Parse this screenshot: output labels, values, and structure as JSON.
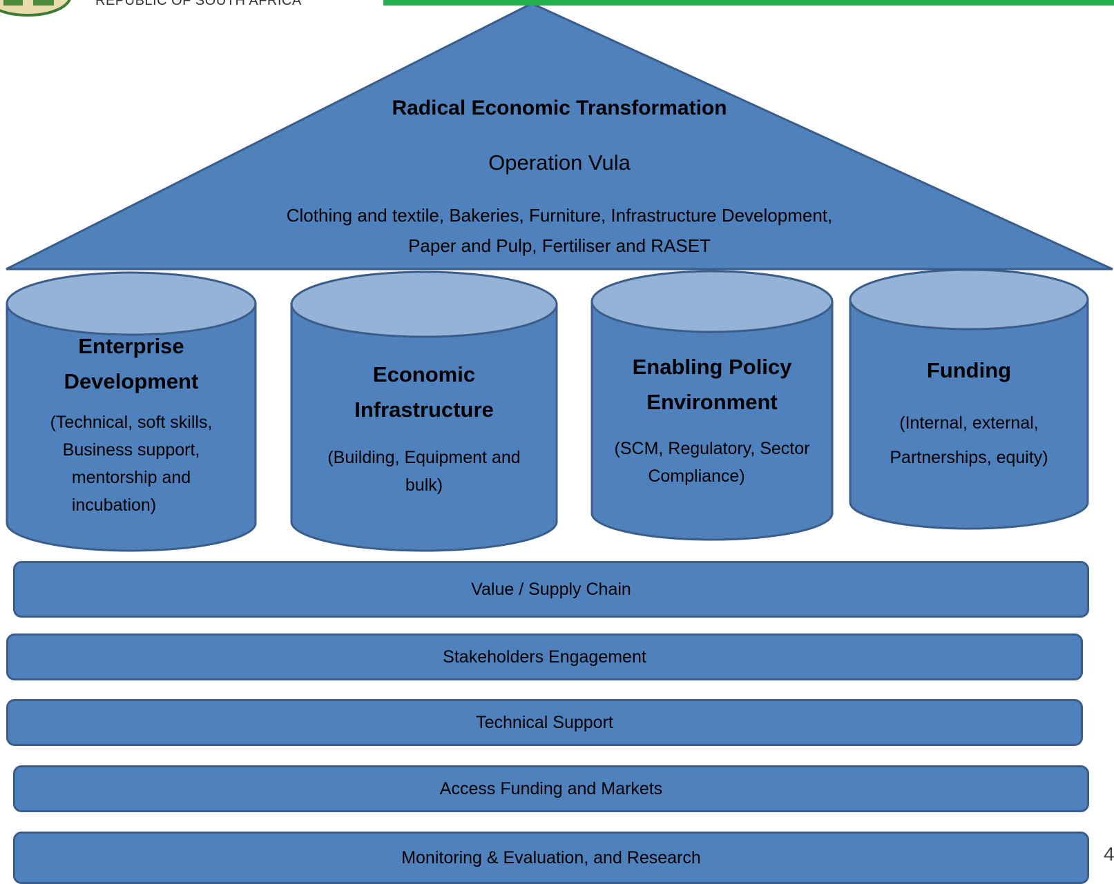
{
  "header": {
    "country_text": "REPUBLIC OF SOUTH AFRICA",
    "page_number": "4"
  },
  "roof": {
    "title": "Radical Economic Transformation",
    "subtitle": "Operation Vula",
    "sectors_line1": "Clothing and textile, Bakeries, Furniture, Infrastructure Development,",
    "sectors_line2": "Paper and Pulp, Fertiliser and RASET"
  },
  "pillars": [
    {
      "title_line1": "Enterprise",
      "title_line2": "Development",
      "desc_lines": [
        "(Technical, soft skills,",
        "Business support,",
        "mentorship and",
        "incubation)"
      ]
    },
    {
      "title_line1": "Economic",
      "title_line2": "Infrastructure",
      "desc_lines": [
        "(Building, Equipment and",
        "bulk)"
      ]
    },
    {
      "title_line1": "Enabling Policy",
      "title_line2": "Environment",
      "desc_lines": [
        "(SCM, Regulatory, Sector",
        "Compliance)"
      ]
    },
    {
      "title_line1": "Funding",
      "desc_lines": [
        "(Internal, external,",
        "Partnerships, equity)"
      ]
    }
  ],
  "foundations": [
    "Value / Supply Chain",
    "Stakeholders Engagement",
    "Technical Support",
    "Access Funding and Markets",
    "Monitoring & Evaluation, and Research"
  ],
  "colors": {
    "fill": "#4f81bd",
    "cylinder_top": "#95b3d7",
    "outline": "#3b5d8a",
    "header_bar": "#22b04b"
  }
}
